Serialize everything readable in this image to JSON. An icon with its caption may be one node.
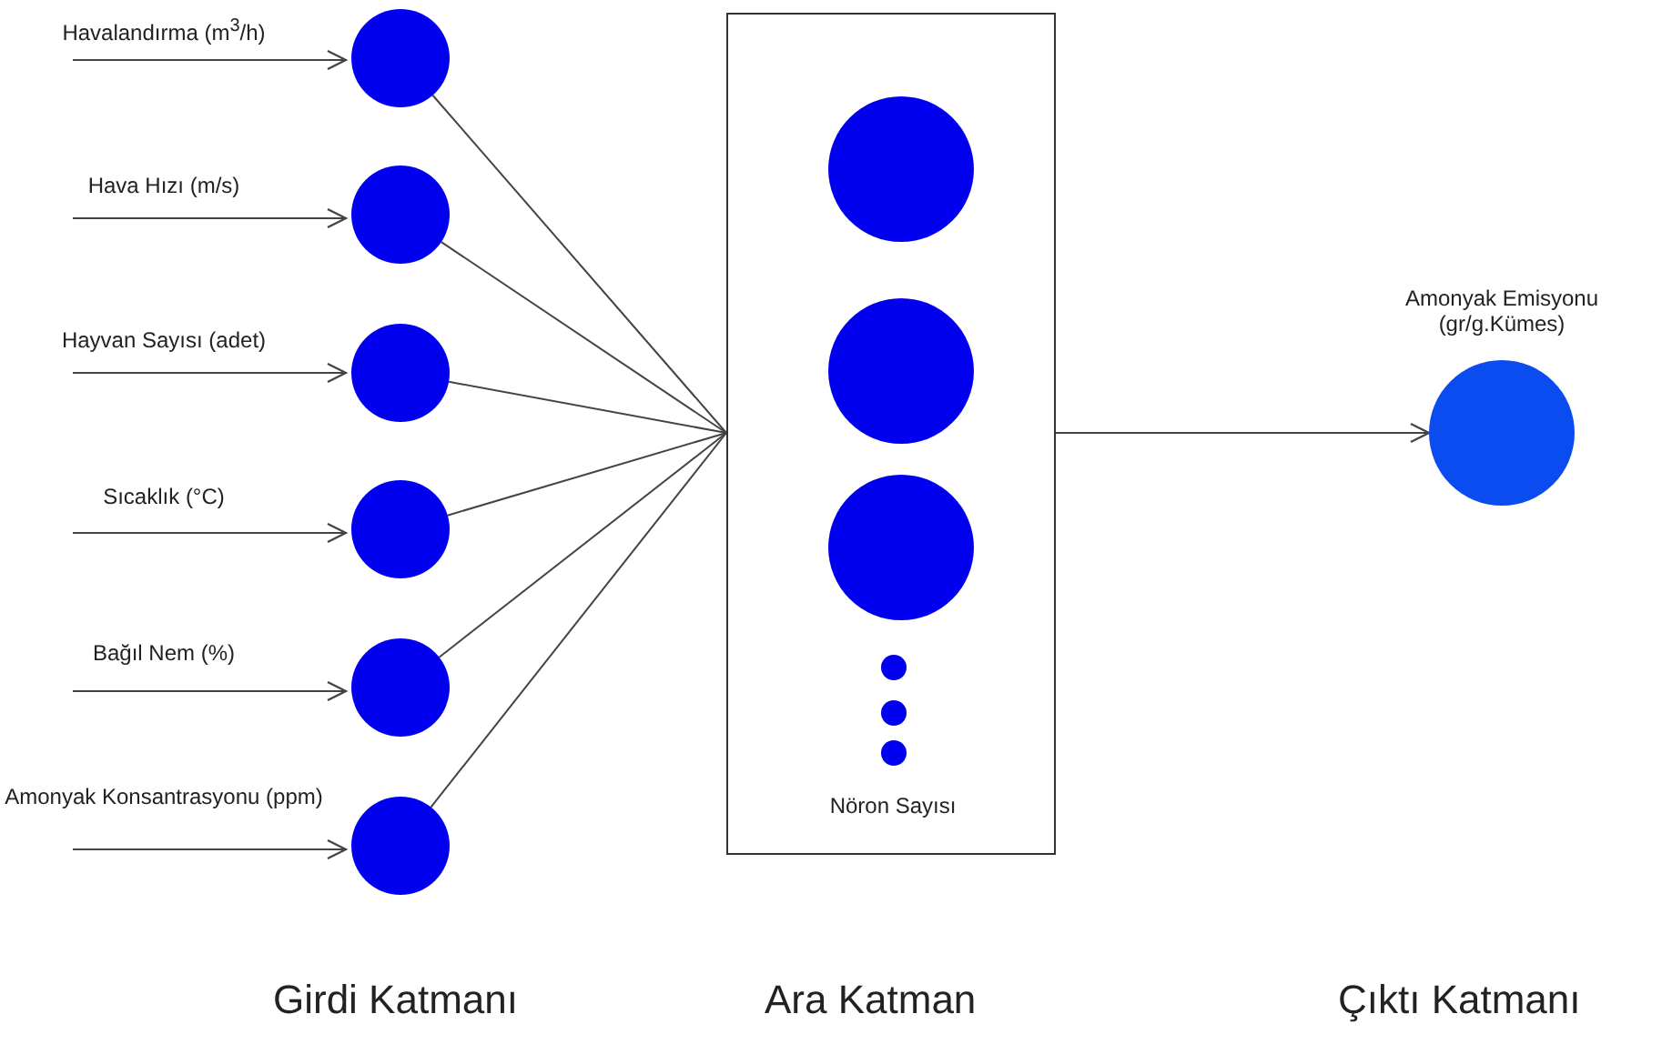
{
  "diagram": {
    "nodes": [
      {
        "text": [],
        "shape": "circle"
      },
      {
        "text": [],
        "shape": "circle"
      },
      {
        "text": [],
        "shape": "circle"
      },
      {
        "text": [],
        "shape": "circle"
      },
      {
        "text": [],
        "shape": "circle"
      },
      {
        "text": [],
        "shape": "circle"
      },
      {
        "text": [
          "Nöron Sayısı"
        ]
      },
      {
        "text": [],
        "shape": "circle",
        "in": 6
      },
      {
        "text": [],
        "shape": "circle",
        "in": 6
      },
      {
        "text": [],
        "shape": "circle",
        "in": 6
      },
      {
        "text": [],
        "shape": "circle",
        "in": 6
      },
      {
        "text": [],
        "shape": "circle",
        "in": 6
      },
      {
        "text": [],
        "shape": "circle",
        "in": 6
      },
      {
        "text": [],
        "shape": "circle",
        "beside": [
          "Amonyak Emisyonu (gr/g.Kümes)"
        ]
      }
    ],
    "edges": [
      {
        "from": null,
        "to": 0,
        "arrow": "to"
      },
      {
        "from": null,
        "to": 1,
        "arrow": "to"
      },
      {
        "from": null,
        "to": 2,
        "arrow": "to"
      },
      {
        "from": null,
        "to": 3,
        "arrow": "to"
      },
      {
        "from": null,
        "to": 4,
        "arrow": "to"
      },
      {
        "from": null,
        "to": 5,
        "arrow": "to"
      },
      {
        "from": 0,
        "to": 6,
        "arrow": "none"
      },
      {
        "from": 1,
        "to": 6,
        "arrow": "none"
      },
      {
        "from": 2,
        "to": 6,
        "arrow": "none"
      },
      {
        "from": 3,
        "to": 6,
        "arrow": "none"
      },
      {
        "from": 4,
        "to": 6,
        "arrow": "none"
      },
      {
        "from": 5,
        "to": 6,
        "arrow": "none"
      },
      {
        "from": 6,
        "to": 13,
        "arrow": "to"
      }
    ],
    "labels": [
      "Havalandırma (m$^{3}$/h)",
      "Hava Hızı (m/s)",
      "Hayvan Sayısı (adet)",
      "Sıcaklık (°C)",
      "Bağıl Nem (%)",
      "Amonyak Konsantrasyonu (ppm)",
      "Girdi Katmanı",
      "Ara Katman",
      "Çıktı Katmanı"
    ]
  }
}
